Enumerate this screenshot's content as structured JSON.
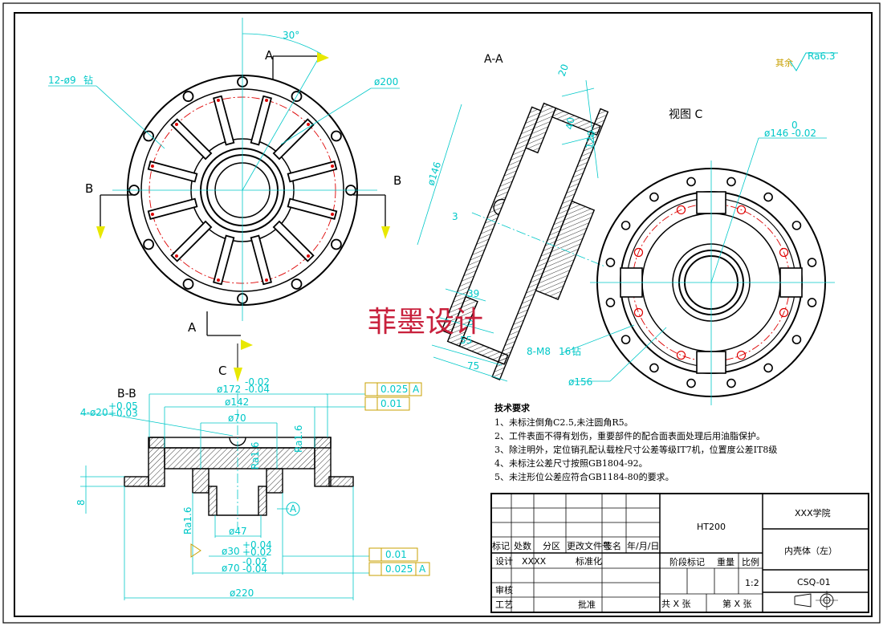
{
  "views": {
    "section_aa_title": "A-A",
    "view_c_title": "视图 C",
    "section_bb_title": "B-B",
    "marker_a": "A",
    "marker_b": "B",
    "marker_c": "C",
    "datum_a": "A"
  },
  "top_view": {
    "angle_label": "30°",
    "holes_label": "12-ø9",
    "holes_suffix": "钻",
    "pcd_label": "ø200"
  },
  "section_aa": {
    "dim_20": "20",
    "dim_40": "40",
    "dim_120": "120",
    "dim_146": "ø146",
    "dim_3": "3",
    "dim_39": "39",
    "dim_5": "5",
    "dim_55": "55",
    "dim_75": "75"
  },
  "view_c": {
    "bore_label": "ø146",
    "bore_tol_upper": "0",
    "bore_tol_lower": "-0.02",
    "thread_label": "8-M8",
    "thread_depth": "16",
    "thread_suffix": "钻",
    "pcd_label": "ø156"
  },
  "roughness": {
    "rest_label": "其余",
    "rest_value": "Ra6.3",
    "ra_bore": "Ra1.6",
    "ra_face": "Ra1.6",
    "ra_left": "Ra1.6"
  },
  "section_bb": {
    "od172": "ø172",
    "od172_tol_upper": "-0.02",
    "od172_tol_lower": "-0.04",
    "od142": "ø142",
    "holes4": "4-ø20",
    "holes4_tol_upper": "+0.05",
    "holes4_tol_lower": "+0.03",
    "d70_top": "ø70",
    "d47": "ø47",
    "d30": "ø30",
    "d30_tol_upper": "+0.04",
    "d30_tol_lower": "+0.02",
    "d70_bot": "ø70",
    "d70_tol_upper": "-0.02",
    "d70_tol_lower": "-0.04",
    "d220": "ø220",
    "dim_8": "8",
    "tol1_value": "0.025",
    "tol2_value": "0.01",
    "tol3_value": "0.01",
    "tol4_value": "0.025"
  },
  "watermark": "菲墨设计",
  "technical_requirements": {
    "title": "技术要求",
    "items": [
      "1、未标注倒角C2.5,未注圆角R5。",
      "2、工件表面不得有划伤，重要部件的配合面表面处理后用油脂保护。",
      "3、除注明外，定位销孔配认载栓尺寸公差等级IT7机，位置度公差IT8级",
      "4、未标注公差尺寸按照GB1804-92。",
      "5、未注形位公差应符合GB1184-80的要求。"
    ]
  },
  "title_block": {
    "material": "HT200",
    "school": "XXX学院",
    "part_name": "内壳体（左）",
    "drawing_no": "CSQ-01",
    "scale": "1:2",
    "row_headers": [
      "标记",
      "处数",
      "分区",
      "更改文件号",
      "签名",
      "年/月/日"
    ],
    "design": "设计",
    "designer": "XXXX",
    "standardize": "标准化",
    "stage_mark": "阶段标记",
    "weight": "重量",
    "ratio": "比例",
    "review": "审核",
    "process": "工艺",
    "approve": "批准",
    "sheets": "共  X  张",
    "sheet_no": "第  X  张"
  }
}
